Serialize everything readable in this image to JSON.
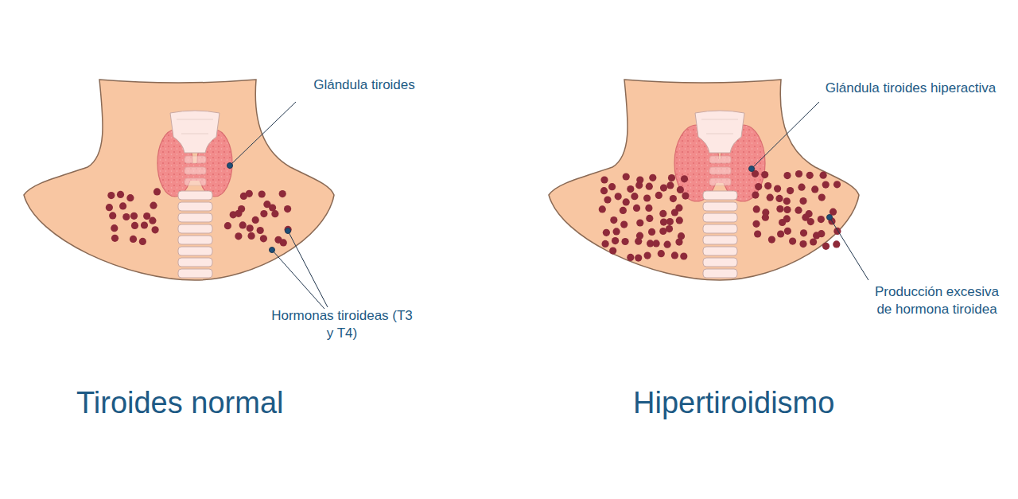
{
  "diagram": {
    "labels": [
      "Glándula tiroides",
      "Hormonas tiroideas (T3 y T4)",
      "Tiroides normal",
      "Glándula tiroides hiperactiva",
      "Producción excesiva de hormona tiroidea",
      "Hipertiroidismo"
    ]
  }
}
